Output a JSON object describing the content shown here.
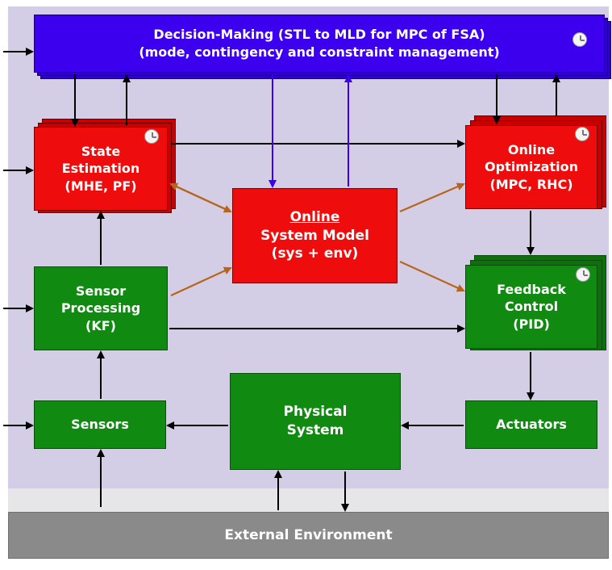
{
  "decision": {
    "line1": "Decision-Making (STL to MLD for MPC of FSA)",
    "line2": "(mode, contingency and constraint management)"
  },
  "state_estimation": {
    "line1": "State",
    "line2": "Estimation",
    "line3": "(MHE, PF)"
  },
  "online_optimization": {
    "line1": "Online",
    "line2": "Optimization",
    "line3": "(MPC, RHC)"
  },
  "online_model": {
    "line1": "Online",
    "line2": "System Model",
    "line3": "(sys + env)"
  },
  "sensor_processing": {
    "line1": "Sensor",
    "line2": "Processing",
    "line3": "(KF)"
  },
  "feedback_control": {
    "line1": "Feedback",
    "line2": "Control",
    "line3": "(PID)"
  },
  "sensors": {
    "label": "Sensors"
  },
  "actuators": {
    "label": "Actuators"
  },
  "physical_system": {
    "line1": "Physical",
    "line2": "System"
  },
  "external_environment": {
    "label": "External Environment"
  },
  "colors": {
    "background": "#d4cde6",
    "decision": "#3c00ee",
    "estimation": "#ef0c0c",
    "control": "#118a11",
    "environment": "#8a8a8a",
    "model_link": "#b8651c"
  }
}
